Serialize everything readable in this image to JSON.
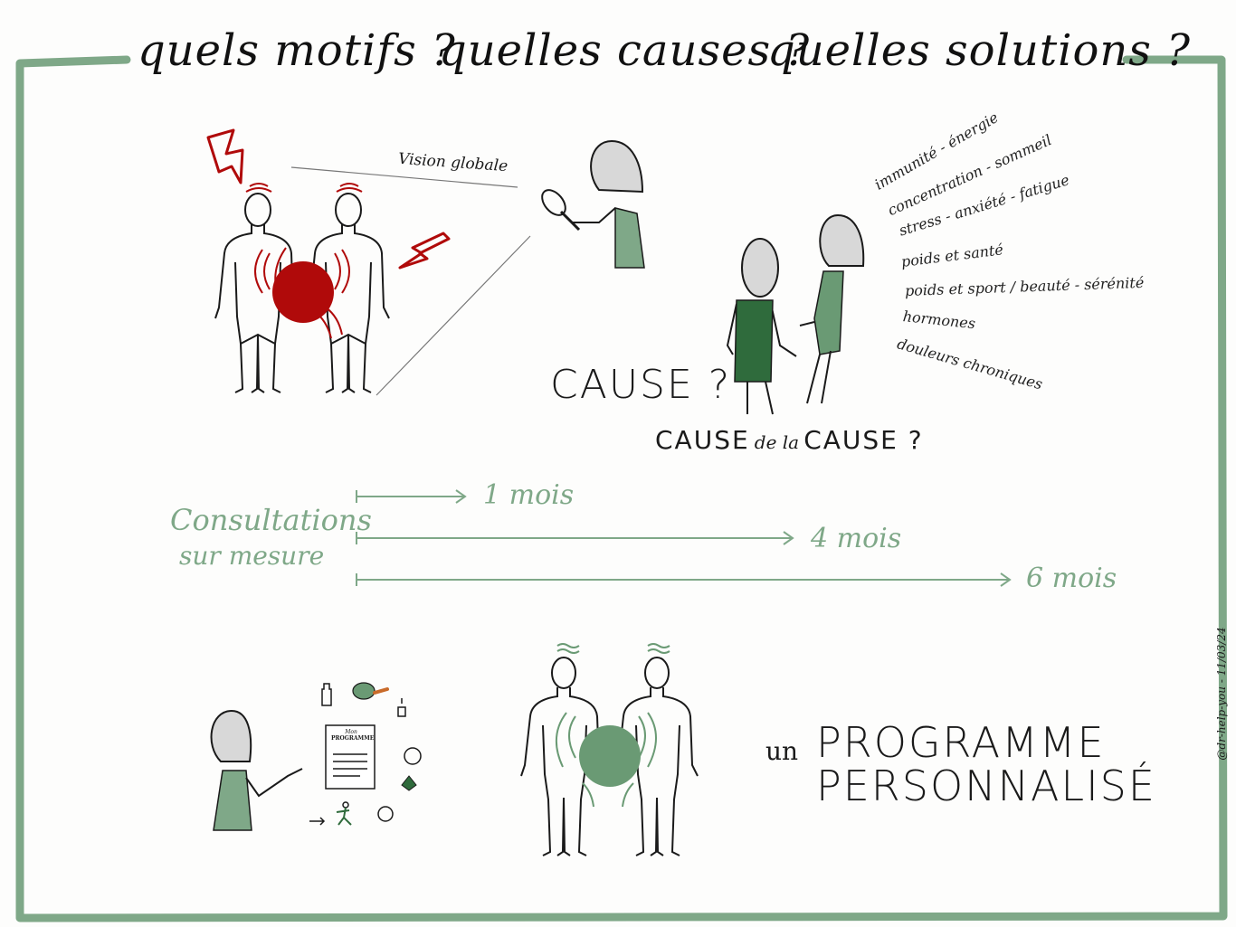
{
  "header": {
    "q1": "quels motifs ?",
    "q2": "quelles causes ?",
    "q3": "quelles solutions ?"
  },
  "vision": {
    "label": "Vision globale"
  },
  "motifs": [
    "immunité - énergie",
    "concentration - sommeil",
    "stress - anxiété - fatigue",
    "poids et santé",
    "poids et sport / beauté - sérénité",
    "hormones",
    "douleurs chroniques"
  ],
  "cause": {
    "q1": "CAUSE ?",
    "q2_a": "CAUSE",
    "q2_b": "de la",
    "q2_c": "CAUSE ?"
  },
  "consultations": {
    "label_line1": "Consultations",
    "label_line2": "sur mesure",
    "durations": [
      "1 mois",
      "4 mois",
      "6 mois"
    ]
  },
  "programme_sheet": {
    "title_line1": "Mon",
    "title_line2": "PROGRAMME"
  },
  "programme": {
    "prefix": "un",
    "line1": "PROGRAMME",
    "line2": "PERSONNALISÉ"
  },
  "signature": "@dr-help-you - 11/03/24",
  "colors": {
    "frame": "#7fa888",
    "red": "#b00a0a",
    "green": "#6a9a74",
    "darkgreen": "#2f6b3c"
  }
}
